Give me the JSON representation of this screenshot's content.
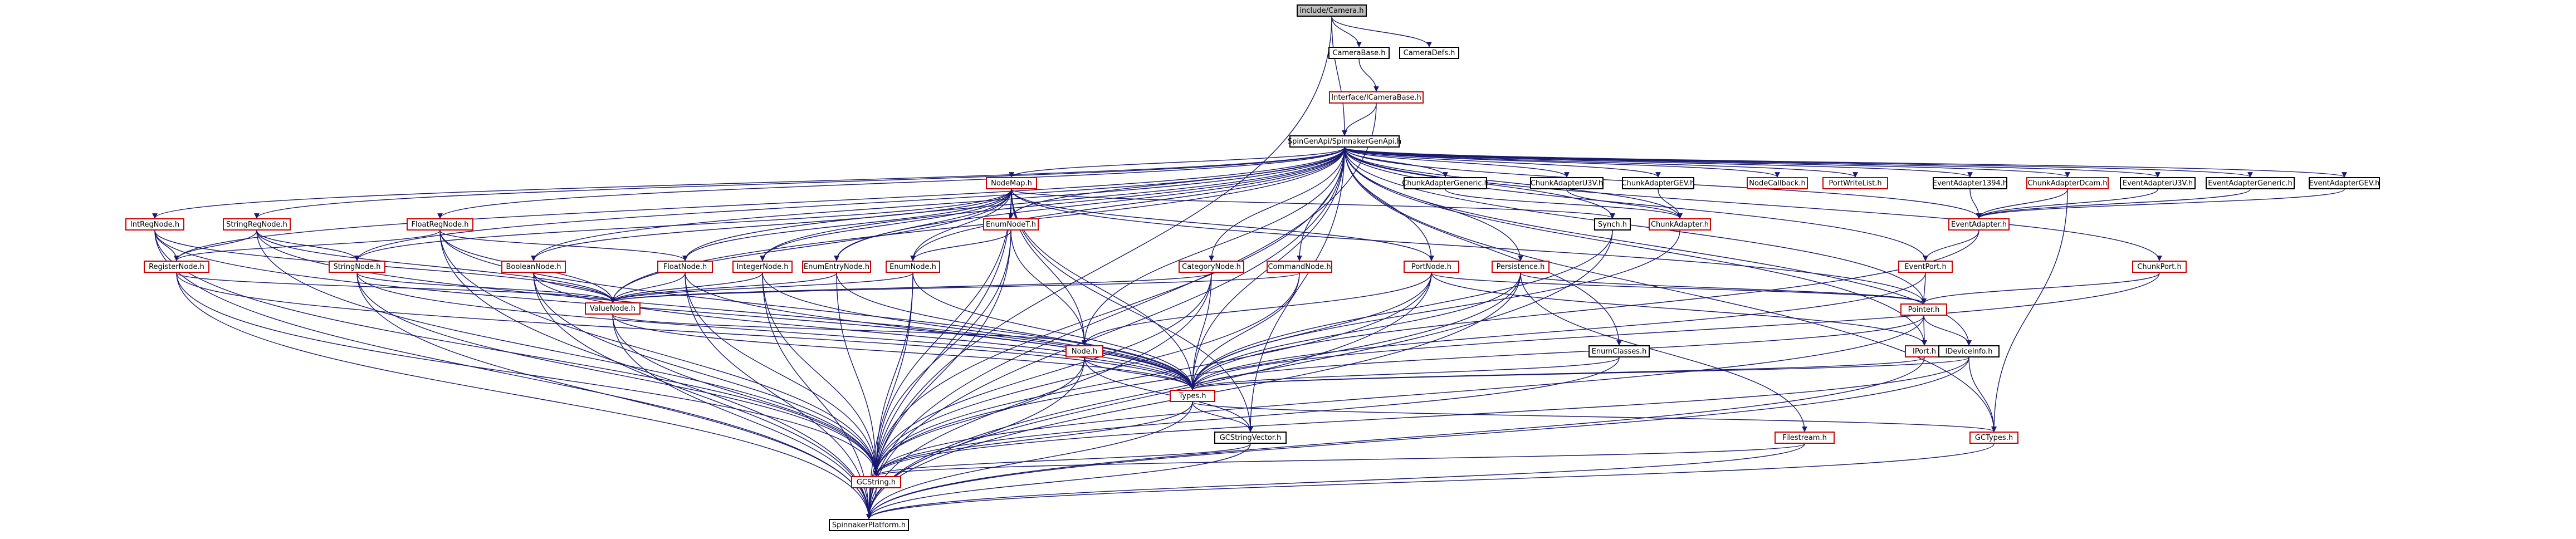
{
  "graph": {
    "nodes": {
      "camera": {
        "label": "include/Camera.h",
        "style": "grey"
      },
      "camerabase": {
        "label": "CameraBase.h",
        "style": "black"
      },
      "cameradefs": {
        "label": "CameraDefs.h",
        "style": "black"
      },
      "icamerabase": {
        "label": "Interface/ICameraBase.h",
        "style": "red"
      },
      "genapi": {
        "label": "SpinGenApi/SpinnakerGenApi.h",
        "style": "black"
      },
      "intreg": {
        "label": "IntRegNode.h",
        "style": "red"
      },
      "stringreg": {
        "label": "StringRegNode.h",
        "style": "red"
      },
      "floatreg": {
        "label": "FloatRegNode.h",
        "style": "red"
      },
      "nodemap": {
        "label": "NodeMap.h",
        "style": "red"
      },
      "chunkgeneric": {
        "label": "ChunkAdapterGeneric.h",
        "style": "black"
      },
      "chunku3v": {
        "label": "ChunkAdapterU3V.h",
        "style": "black"
      },
      "chunkgev": {
        "label": "ChunkAdapterGEV.h",
        "style": "black"
      },
      "nodecallback": {
        "label": "NodeCallback.h",
        "style": "red"
      },
      "portwritelist": {
        "label": "PortWriteList.h",
        "style": "red"
      },
      "ea1394": {
        "label": "EventAdapter1394.h",
        "style": "black"
      },
      "eadcam": {
        "label": "ChunkAdapterDcam.h",
        "style": "red"
      },
      "eau3v": {
        "label": "EventAdapterU3V.h",
        "style": "black"
      },
      "eageneric": {
        "label": "EventAdapterGeneric.h",
        "style": "black"
      },
      "eagev": {
        "label": "EventAdapterGEV.h",
        "style": "black"
      },
      "registernode": {
        "label": "RegisterNode.h",
        "style": "red"
      },
      "stringnode": {
        "label": "StringNode.h",
        "style": "red"
      },
      "booleannode": {
        "label": "BooleanNode.h",
        "style": "red"
      },
      "floatnode": {
        "label": "FloatNode.h",
        "style": "red"
      },
      "integernode": {
        "label": "IntegerNode.h",
        "style": "red"
      },
      "enumentry": {
        "label": "EnumEntryNode.h",
        "style": "red"
      },
      "enumnodet": {
        "label": "EnumNodeT.h",
        "style": "red"
      },
      "enumnode": {
        "label": "EnumNode.h",
        "style": "red"
      },
      "synch": {
        "label": "Synch.h",
        "style": "black"
      },
      "chunkadapter": {
        "label": "ChunkAdapter.h",
        "style": "red"
      },
      "eventadapter": {
        "label": "EventAdapter.h",
        "style": "red"
      },
      "categorynode": {
        "label": "CategoryNode.h",
        "style": "red"
      },
      "commandnode": {
        "label": "CommandNode.h",
        "style": "red"
      },
      "portnode": {
        "label": "PortNode.h",
        "style": "red"
      },
      "persistence": {
        "label": "Persistence.h",
        "style": "red"
      },
      "eventport": {
        "label": "EventPort.h",
        "style": "red"
      },
      "chunkport": {
        "label": "ChunkPort.h",
        "style": "red"
      },
      "valuenode": {
        "label": "ValueNode.h",
        "style": "red"
      },
      "pointer": {
        "label": "Pointer.h",
        "style": "red"
      },
      "node": {
        "label": "Node.h",
        "style": "red"
      },
      "iport": {
        "label": "IPort.h",
        "style": "red"
      },
      "enumclasses": {
        "label": "EnumClasses.h",
        "style": "black"
      },
      "idevice": {
        "label": "IDeviceInfo.h",
        "style": "black"
      },
      "types": {
        "label": "Types.h",
        "style": "red"
      },
      "gcstringvector": {
        "label": "GCStringVector.h",
        "style": "black"
      },
      "filestream": {
        "label": "Filestream.h",
        "style": "red"
      },
      "gctypes": {
        "label": "GCTypes.h",
        "style": "red"
      },
      "gcstring": {
        "label": "GCString.h",
        "style": "red"
      },
      "platform": {
        "label": "SpinnakerPlatform.h",
        "style": "black"
      }
    },
    "edges": [
      [
        "camera",
        "camerabase"
      ],
      [
        "camera",
        "cameradefs"
      ],
      [
        "camera",
        "genapi"
      ],
      [
        "camera",
        "platform"
      ],
      [
        "camerabase",
        "icamerabase"
      ],
      [
        "icamerabase",
        "genapi"
      ],
      [
        "icamerabase",
        "platform"
      ],
      [
        "genapi",
        "intreg"
      ],
      [
        "genapi",
        "stringreg"
      ],
      [
        "genapi",
        "floatreg"
      ],
      [
        "genapi",
        "nodemap"
      ],
      [
        "genapi",
        "chunkgeneric"
      ],
      [
        "genapi",
        "chunku3v"
      ],
      [
        "genapi",
        "chunkgev"
      ],
      [
        "genapi",
        "nodecallback"
      ],
      [
        "genapi",
        "portwritelist"
      ],
      [
        "genapi",
        "ea1394"
      ],
      [
        "genapi",
        "eadcam"
      ],
      [
        "genapi",
        "eau3v"
      ],
      [
        "genapi",
        "eageneric"
      ],
      [
        "genapi",
        "eagev"
      ],
      [
        "genapi",
        "registernode"
      ],
      [
        "genapi",
        "stringnode"
      ],
      [
        "genapi",
        "booleannode"
      ],
      [
        "genapi",
        "floatnode"
      ],
      [
        "genapi",
        "integernode"
      ],
      [
        "genapi",
        "enumentry"
      ],
      [
        "genapi",
        "enumnodet"
      ],
      [
        "genapi",
        "enumnode"
      ],
      [
        "genapi",
        "synch"
      ],
      [
        "genapi",
        "chunkadapter"
      ],
      [
        "genapi",
        "eventadapter"
      ],
      [
        "genapi",
        "categorynode"
      ],
      [
        "genapi",
        "commandnode"
      ],
      [
        "genapi",
        "portnode"
      ],
      [
        "genapi",
        "persistence"
      ],
      [
        "genapi",
        "eventport"
      ],
      [
        "genapi",
        "chunkport"
      ],
      [
        "genapi",
        "valuenode"
      ],
      [
        "genapi",
        "pointer"
      ],
      [
        "genapi",
        "node"
      ],
      [
        "genapi",
        "iport"
      ],
      [
        "genapi",
        "enumclasses"
      ],
      [
        "genapi",
        "idevice"
      ],
      [
        "genapi",
        "types"
      ],
      [
        "genapi",
        "gcstringvector"
      ],
      [
        "genapi",
        "gctypes"
      ],
      [
        "genapi",
        "gcstring"
      ],
      [
        "genapi",
        "platform"
      ],
      [
        "intreg",
        "registernode"
      ],
      [
        "intreg",
        "valuenode"
      ],
      [
        "intreg",
        "types"
      ],
      [
        "intreg",
        "gcstring"
      ],
      [
        "intreg",
        "platform"
      ],
      [
        "stringreg",
        "registernode"
      ],
      [
        "stringreg",
        "stringnode"
      ],
      [
        "stringreg",
        "valuenode"
      ],
      [
        "stringreg",
        "types"
      ],
      [
        "stringreg",
        "gcstring"
      ],
      [
        "floatreg",
        "registernode"
      ],
      [
        "floatreg",
        "floatnode"
      ],
      [
        "floatreg",
        "valuenode"
      ],
      [
        "floatreg",
        "types"
      ],
      [
        "floatreg",
        "gcstring"
      ],
      [
        "floatreg",
        "platform"
      ],
      [
        "nodemap",
        "stringnode"
      ],
      [
        "nodemap",
        "booleannode"
      ],
      [
        "nodemap",
        "floatnode"
      ],
      [
        "nodemap",
        "integernode"
      ],
      [
        "nodemap",
        "enumentry"
      ],
      [
        "nodemap",
        "enumnodet"
      ],
      [
        "nodemap",
        "enumnode"
      ],
      [
        "nodemap",
        "synch"
      ],
      [
        "nodemap",
        "valuenode"
      ],
      [
        "nodemap",
        "node"
      ],
      [
        "nodemap",
        "types"
      ],
      [
        "nodemap",
        "gcstringvector"
      ],
      [
        "nodemap",
        "gcstring"
      ],
      [
        "nodemap",
        "pointer"
      ],
      [
        "nodemap",
        "portnode"
      ],
      [
        "nodemap",
        "platform"
      ],
      [
        "chunkgeneric",
        "chunkadapter"
      ],
      [
        "chunku3v",
        "chunkadapter"
      ],
      [
        "chunkgev",
        "chunkadapter"
      ],
      [
        "ea1394",
        "eventadapter"
      ],
      [
        "eadcam",
        "eventadapter"
      ],
      [
        "eau3v",
        "eventadapter"
      ],
      [
        "eageneric",
        "eventadapter"
      ],
      [
        "eagev",
        "eventadapter"
      ],
      [
        "eadcam",
        "gctypes"
      ],
      [
        "registernode",
        "valuenode"
      ],
      [
        "registernode",
        "types"
      ],
      [
        "registernode",
        "gcstring"
      ],
      [
        "registernode",
        "platform"
      ],
      [
        "stringnode",
        "valuenode"
      ],
      [
        "stringnode",
        "types"
      ],
      [
        "stringnode",
        "gcstring"
      ],
      [
        "stringnode",
        "platform"
      ],
      [
        "booleannode",
        "valuenode"
      ],
      [
        "booleannode",
        "types"
      ],
      [
        "booleannode",
        "gcstring"
      ],
      [
        "booleannode",
        "platform"
      ],
      [
        "floatnode",
        "valuenode"
      ],
      [
        "floatnode",
        "types"
      ],
      [
        "floatnode",
        "gcstring"
      ],
      [
        "floatnode",
        "platform"
      ],
      [
        "integernode",
        "valuenode"
      ],
      [
        "integernode",
        "types"
      ],
      [
        "integernode",
        "gcstring"
      ],
      [
        "integernode",
        "platform"
      ],
      [
        "enumentry",
        "valuenode"
      ],
      [
        "enumentry",
        "types"
      ],
      [
        "enumentry",
        "gcstring"
      ],
      [
        "enumnodet",
        "enumnode"
      ],
      [
        "enumnodet",
        "node"
      ],
      [
        "enumnodet",
        "gcstring"
      ],
      [
        "enumnodet",
        "platform"
      ],
      [
        "enumnode",
        "valuenode"
      ],
      [
        "enumnode",
        "types"
      ],
      [
        "enumnode",
        "gcstring"
      ],
      [
        "enumnode",
        "platform"
      ],
      [
        "synch",
        "types"
      ],
      [
        "synch",
        "platform"
      ],
      [
        "chunkadapter",
        "types"
      ],
      [
        "eventadapter",
        "eventport"
      ],
      [
        "eventadapter",
        "types"
      ],
      [
        "categorynode",
        "valuenode"
      ],
      [
        "categorynode",
        "types"
      ],
      [
        "categorynode",
        "gcstring"
      ],
      [
        "categorynode",
        "platform"
      ],
      [
        "commandnode",
        "valuenode"
      ],
      [
        "commandnode",
        "types"
      ],
      [
        "commandnode",
        "gcstring"
      ],
      [
        "portnode",
        "pointer"
      ],
      [
        "portnode",
        "node"
      ],
      [
        "portnode",
        "iport"
      ],
      [
        "portnode",
        "types"
      ],
      [
        "portnode",
        "gcstring"
      ],
      [
        "portnode",
        "platform"
      ],
      [
        "persistence",
        "pointer"
      ],
      [
        "persistence",
        "types"
      ],
      [
        "persistence",
        "filestream"
      ],
      [
        "persistence",
        "gcstring"
      ],
      [
        "persistence",
        "platform"
      ],
      [
        "eventport",
        "pointer"
      ],
      [
        "eventport",
        "types"
      ],
      [
        "chunkport",
        "pointer"
      ],
      [
        "chunkport",
        "types"
      ],
      [
        "valuenode",
        "node"
      ],
      [
        "valuenode",
        "types"
      ],
      [
        "valuenode",
        "gcstring"
      ],
      [
        "valuenode",
        "platform"
      ],
      [
        "pointer",
        "iport"
      ],
      [
        "pointer",
        "idevice"
      ],
      [
        "pointer",
        "types"
      ],
      [
        "pointer",
        "gcstring"
      ],
      [
        "node",
        "types"
      ],
      [
        "node",
        "gcstringvector"
      ],
      [
        "node",
        "gcstring"
      ],
      [
        "node",
        "platform"
      ],
      [
        "iport",
        "types"
      ],
      [
        "iport",
        "platform"
      ],
      [
        "enumclasses",
        "types"
      ],
      [
        "enumclasses",
        "gcstring"
      ],
      [
        "idevice",
        "types"
      ],
      [
        "idevice",
        "gctypes"
      ],
      [
        "idevice",
        "gcstring"
      ],
      [
        "idevice",
        "platform"
      ],
      [
        "types",
        "gcstringvector"
      ],
      [
        "types",
        "gctypes"
      ],
      [
        "types",
        "gcstring"
      ],
      [
        "types",
        "platform"
      ],
      [
        "gcstringvector",
        "gcstring"
      ],
      [
        "gcstringvector",
        "platform"
      ],
      [
        "filestream",
        "gcstring"
      ],
      [
        "filestream",
        "platform"
      ],
      [
        "gctypes",
        "platform"
      ],
      [
        "gcstring",
        "platform"
      ]
    ],
    "colors": {
      "edge": "#191970",
      "edge_red": "#8b1a1a",
      "node_red": "#cc0000",
      "root_fill": "#bfbfbf"
    }
  }
}
